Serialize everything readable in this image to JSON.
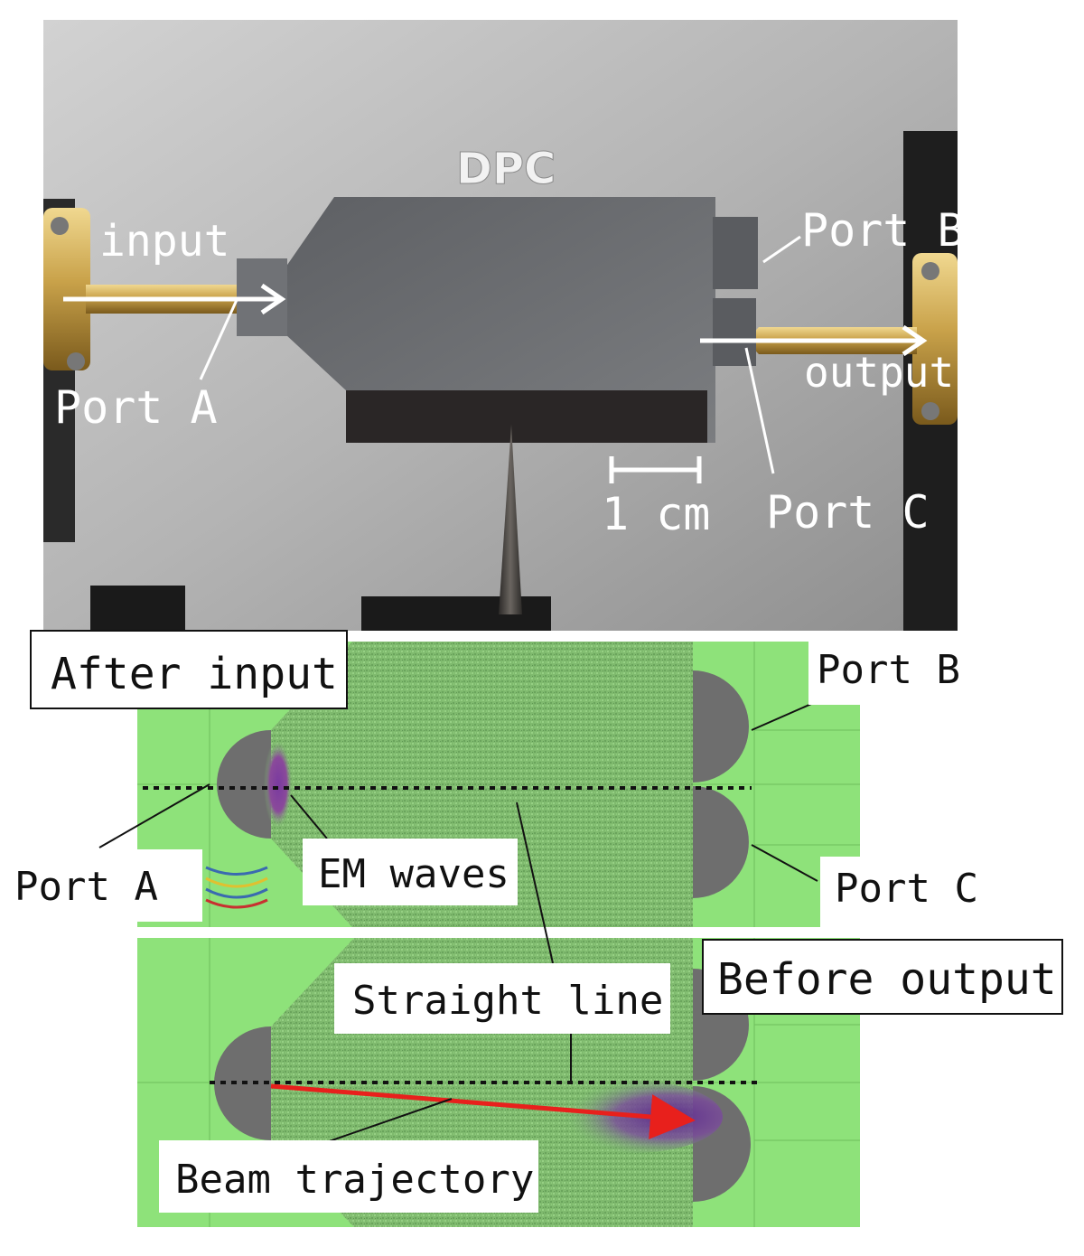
{
  "photo": {
    "title": "DPC",
    "input_label": "input",
    "output_label": "output",
    "port_a": "Port A",
    "port_b": "Port B",
    "port_c": "Port C",
    "scale_label": "1 cm"
  },
  "sim_top": {
    "panel_label": "After input",
    "port_a": "Port A",
    "port_b": "Port B",
    "port_c": "Port C",
    "em_waves": "EM waves"
  },
  "sim_bottom": {
    "panel_label": "Before output",
    "straight_line": "Straight line",
    "beam_trajectory": "Beam trajectory"
  },
  "colors": {
    "sim_green": "#8ee27a",
    "device_green": "#7cc46c",
    "port_gray": "#6e6e6e",
    "beam_arrow": "#e8201c",
    "brass": "#c9a24a",
    "photo_bg": "#b9b9b9"
  }
}
